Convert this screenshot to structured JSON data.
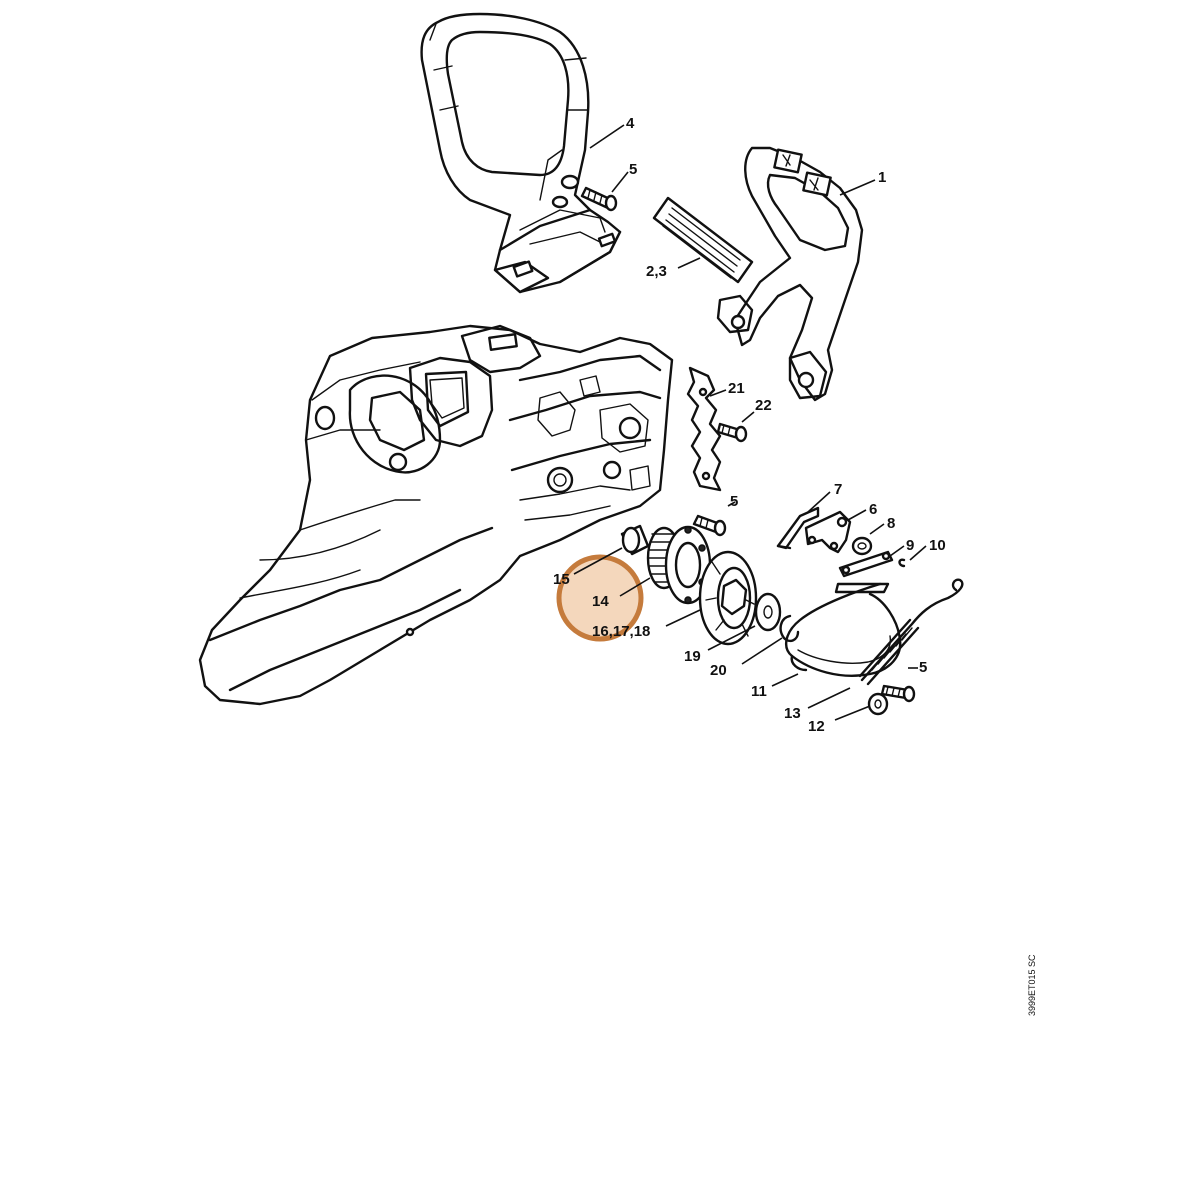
{
  "callouts": [
    {
      "id": "1",
      "label": "1"
    },
    {
      "id": "2_3",
      "label": "2,3"
    },
    {
      "id": "4",
      "label": "4"
    },
    {
      "id": "5a",
      "label": "5"
    },
    {
      "id": "5b",
      "label": "5"
    },
    {
      "id": "5c",
      "label": "5"
    },
    {
      "id": "6",
      "label": "6"
    },
    {
      "id": "7",
      "label": "7"
    },
    {
      "id": "8",
      "label": "8"
    },
    {
      "id": "9",
      "label": "9"
    },
    {
      "id": "10",
      "label": "10"
    },
    {
      "id": "11",
      "label": "11"
    },
    {
      "id": "12",
      "label": "12"
    },
    {
      "id": "13",
      "label": "13"
    },
    {
      "id": "14",
      "label": "14"
    },
    {
      "id": "15",
      "label": "15"
    },
    {
      "id": "16_17_18",
      "label": "16,17,18"
    },
    {
      "id": "19",
      "label": "19"
    },
    {
      "id": "20",
      "label": "20"
    },
    {
      "id": "21",
      "label": "21"
    },
    {
      "id": "22",
      "label": "22"
    }
  ],
  "highlighted_part": "14",
  "drawing_code": "3999ET015 SC",
  "colors": {
    "line": "#111111",
    "highlight_fill": "#f0c9a5",
    "highlight_stroke": "#c57b3c",
    "background": "#ffffff"
  }
}
